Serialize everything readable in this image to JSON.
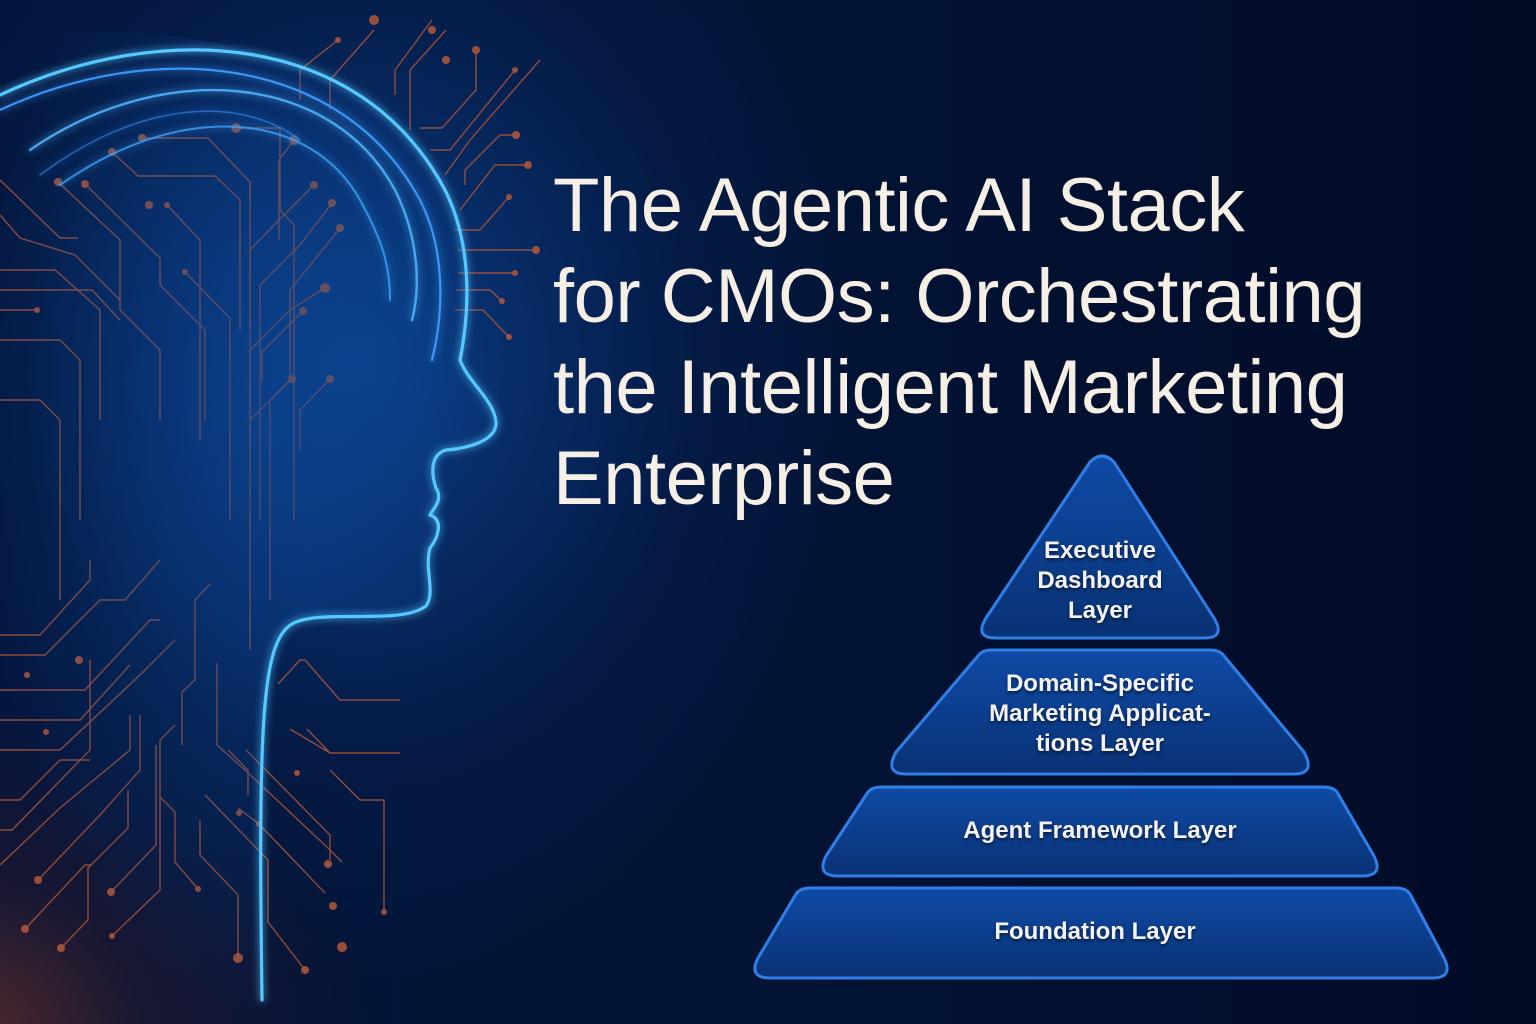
{
  "title": {
    "lines": [
      "The Agentic AI Stack",
      "for CMOs: Orchestrating",
      "the Intelligent Marketing",
      "Enterprise"
    ]
  },
  "pyramid": {
    "layers": [
      {
        "name": "executive-dashboard",
        "lines": [
          "Executive",
          "Dashboard",
          "Layer"
        ]
      },
      {
        "name": "domain-specific-apps",
        "lines": [
          "Domain-Specific",
          "Marketing Applicat-",
          "tions Layer"
        ]
      },
      {
        "name": "agent-framework",
        "lines": [
          "Agent Framework Layer"
        ]
      },
      {
        "name": "foundation",
        "lines": [
          "Foundation Layer"
        ]
      }
    ]
  },
  "illustration": {
    "subject": "ai-head-profile-with-circuit-traces",
    "colors": {
      "background": "#020c24",
      "head_glow": "#4fc3ff",
      "head_outline": "#3aa0ff",
      "circuit": "#b5583a",
      "pyramid_fill": "#0b3a8a",
      "pyramid_stroke": "#2f7fe6",
      "title_text": "#f6efe6"
    }
  }
}
